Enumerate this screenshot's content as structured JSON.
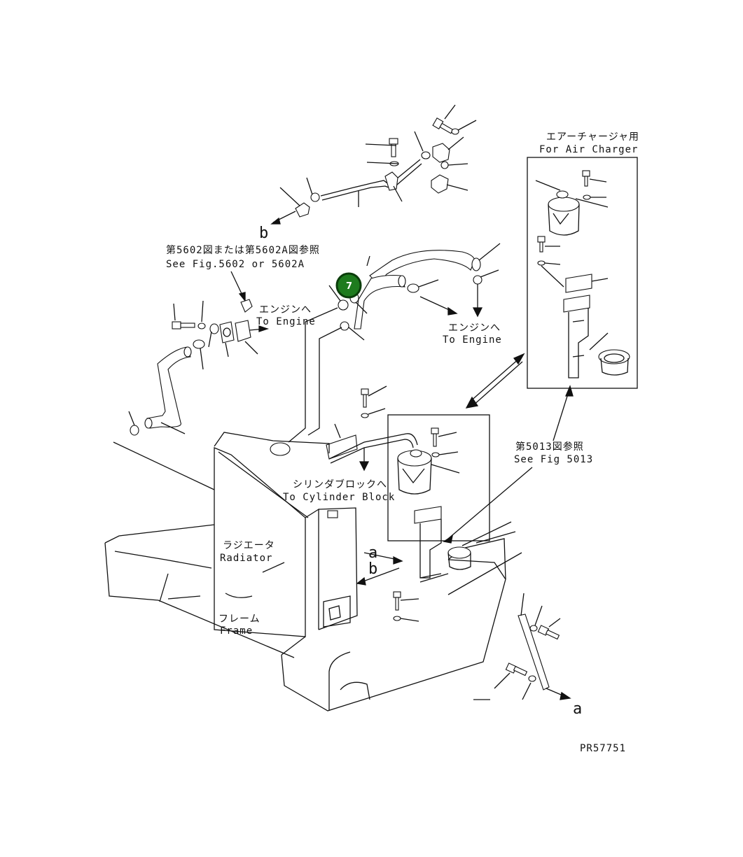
{
  "labels": {
    "air_charger_jp": "エアーチャージャ用",
    "air_charger_en": "For Air Charger",
    "see_fig_jp": "第5602図または第5602A図参照",
    "see_fig_en": "See Fig.5602 or 5602A",
    "engine_jp_1": "エンジンへ",
    "engine_en_1": "To Engine",
    "engine_jp_2": "エンジンへ",
    "engine_en_2": "To Engine",
    "cylinder_jp": "シリンダブロックへ",
    "cylinder_en": "To Cylinder Block",
    "see_5013_jp": "第5013図参照",
    "see_5013_en": "See Fig 5013",
    "radiator_jp": "ラジエータ",
    "radiator_en": "Radiator",
    "frame_jp": "フレーム",
    "frame_en": "Frame",
    "ref_a_1": "a",
    "ref_b_1": "b",
    "ref_b_2": "b",
    "ref_a_2": "a",
    "drawing_number": "PR57751"
  },
  "callout": {
    "number": "7",
    "color": "#1e7b1e",
    "border": "#0b3d0b"
  }
}
